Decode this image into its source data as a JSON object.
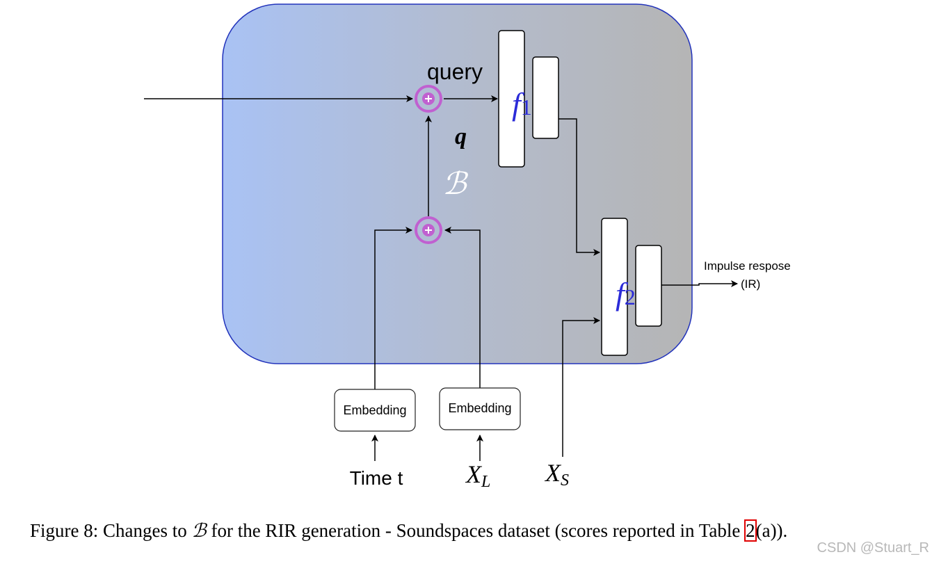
{
  "diagram": {
    "labels": {
      "query": "query",
      "q": "q",
      "B": "ℬ",
      "f1_letter": "f",
      "f1_sub": "1",
      "f2_letter": "f",
      "f2_sub": "2",
      "ir_line1": "Impulse respose",
      "ir_line2": "(IR)",
      "embedding_1": "Embedding",
      "embedding_2": "Embedding",
      "time_input": "Time t",
      "xl_main": "X",
      "xl_sub": "L",
      "xs_main": "X",
      "xs_sub": "S"
    },
    "colors": {
      "panel_left": "#a9c2f4",
      "panel_right": "#b4b4b4",
      "panel_border": "#2233bb",
      "adder": "#c060d0",
      "f_label": "#2b2bd8"
    }
  },
  "caption": {
    "prefix": "Figure 8: Changes to ",
    "symbol": "ℬ",
    "middle": " for the RIR generation - Soundspaces dataset (scores reported in Table ",
    "ref": "2",
    "suffix": "(a))."
  },
  "watermark": "CSDN @Stuart_R"
}
